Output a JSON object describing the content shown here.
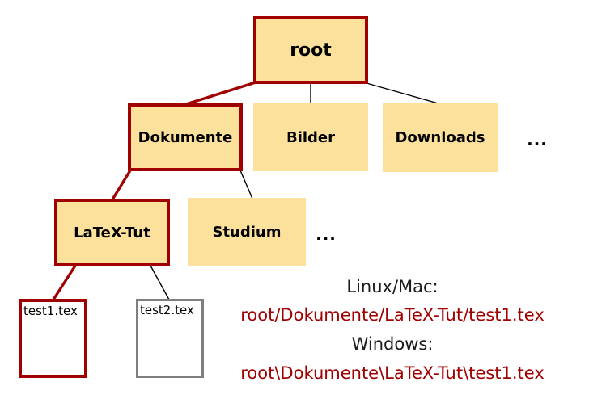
{
  "diagram": {
    "nodes": {
      "root": {
        "label": "root"
      },
      "dokumente": {
        "label": "Dokumente"
      },
      "bilder": {
        "label": "Bilder"
      },
      "downloads": {
        "label": "Downloads"
      },
      "latex_tut": {
        "label": "LaTeX-Tut"
      },
      "studium": {
        "label": "Studium"
      },
      "test1": {
        "label": "test1.tex"
      },
      "test2": {
        "label": "test2.tex"
      }
    },
    "ellipsis": {
      "row2": "...",
      "row3": "..."
    },
    "caption": {
      "linux_label": "Linux/Mac:",
      "linux_path": "root/Dokumente/LaTeX-Tut/test1.tex",
      "windows_label": "Windows:",
      "windows_path": "root\\Dokumente\\LaTeX-Tut\\test1.tex"
    },
    "colors": {
      "node_fill": "#FCE19C",
      "highlight_red": "#A00000",
      "file_border_gray": "#7F7F7F",
      "edge_black": "#000000",
      "background": "#FFFFFF",
      "label_text": "#000000"
    }
  }
}
